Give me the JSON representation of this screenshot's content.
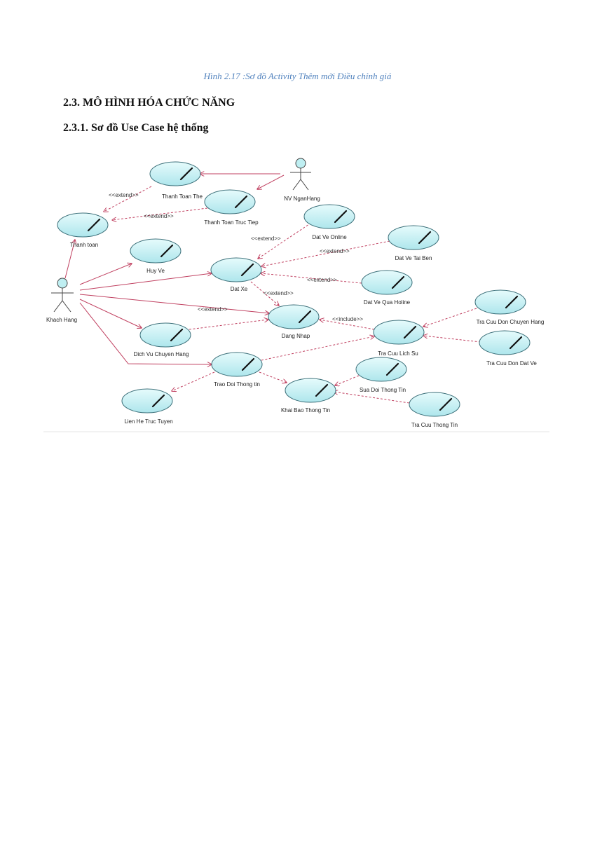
{
  "caption": "Hình 2.17 :Sơ đồ Activity Thêm mới Điều chỉnh giá",
  "heading_section": "2.3. MÔ HÌNH HÓA CHỨC NĂNG",
  "heading_subsection": "2.3.1. Sơ đồ Use Case hệ thống",
  "colors": {
    "ellipse_fill": "#bfeff2",
    "association": "#c04060",
    "dependency": "#c04060",
    "caption": "#4f81bd"
  },
  "actors": {
    "nv_nganhang": "NV NganHang",
    "khach_hang": "Khach Hang"
  },
  "use_cases": {
    "thanh_toan_the": "Thanh Toan The",
    "thanh_toan_truc_tiep": "Thanh Toan Truc Tiep",
    "thanh_toan": "Thanh toan",
    "huy_ve": "Huy Ve",
    "dat_ve_online": "Dat Ve Online",
    "dat_ve_tai_ben": "Dat Ve Tai Ben",
    "dat_xe": "Dat Xe",
    "dat_ve_qua_holine": "Dat Ve Qua Holine",
    "dang_nhap": "Dang Nhap",
    "dich_vu_chuyen_hang": "Dich Vu Chuyen Hang",
    "tra_cuu_lich_su": "Tra Cuu Lich Su",
    "tra_cuu_don_chuyen_hang": "Tra Cuu Don Chuyen Hang",
    "tra_cuu_don_dat_ve": "Tra Cuu Don Dat Ve",
    "trao_doi_thong_tin": "Trao Doi Thong tin",
    "sua_doi_thong_tin": "Sua Doi Thong Tin",
    "khai_bao_thong_tin": "Khai Bao Thong Tin",
    "lien_he_truc_tuyen": "Lien He Truc Tuyen",
    "tra_cuu_thong_tin": "Tra Cuu Thong Tin"
  },
  "relations": {
    "extend_1": "<<extend>>",
    "extend_2": "<<extend>>",
    "extend_3": "<<extend>>",
    "extend_4": "<<extend>>",
    "extend_5": "<<extend>>",
    "extend_6": "<<extend>>",
    "extend_7": "<<extend>>",
    "include_1": "<<include>>"
  }
}
